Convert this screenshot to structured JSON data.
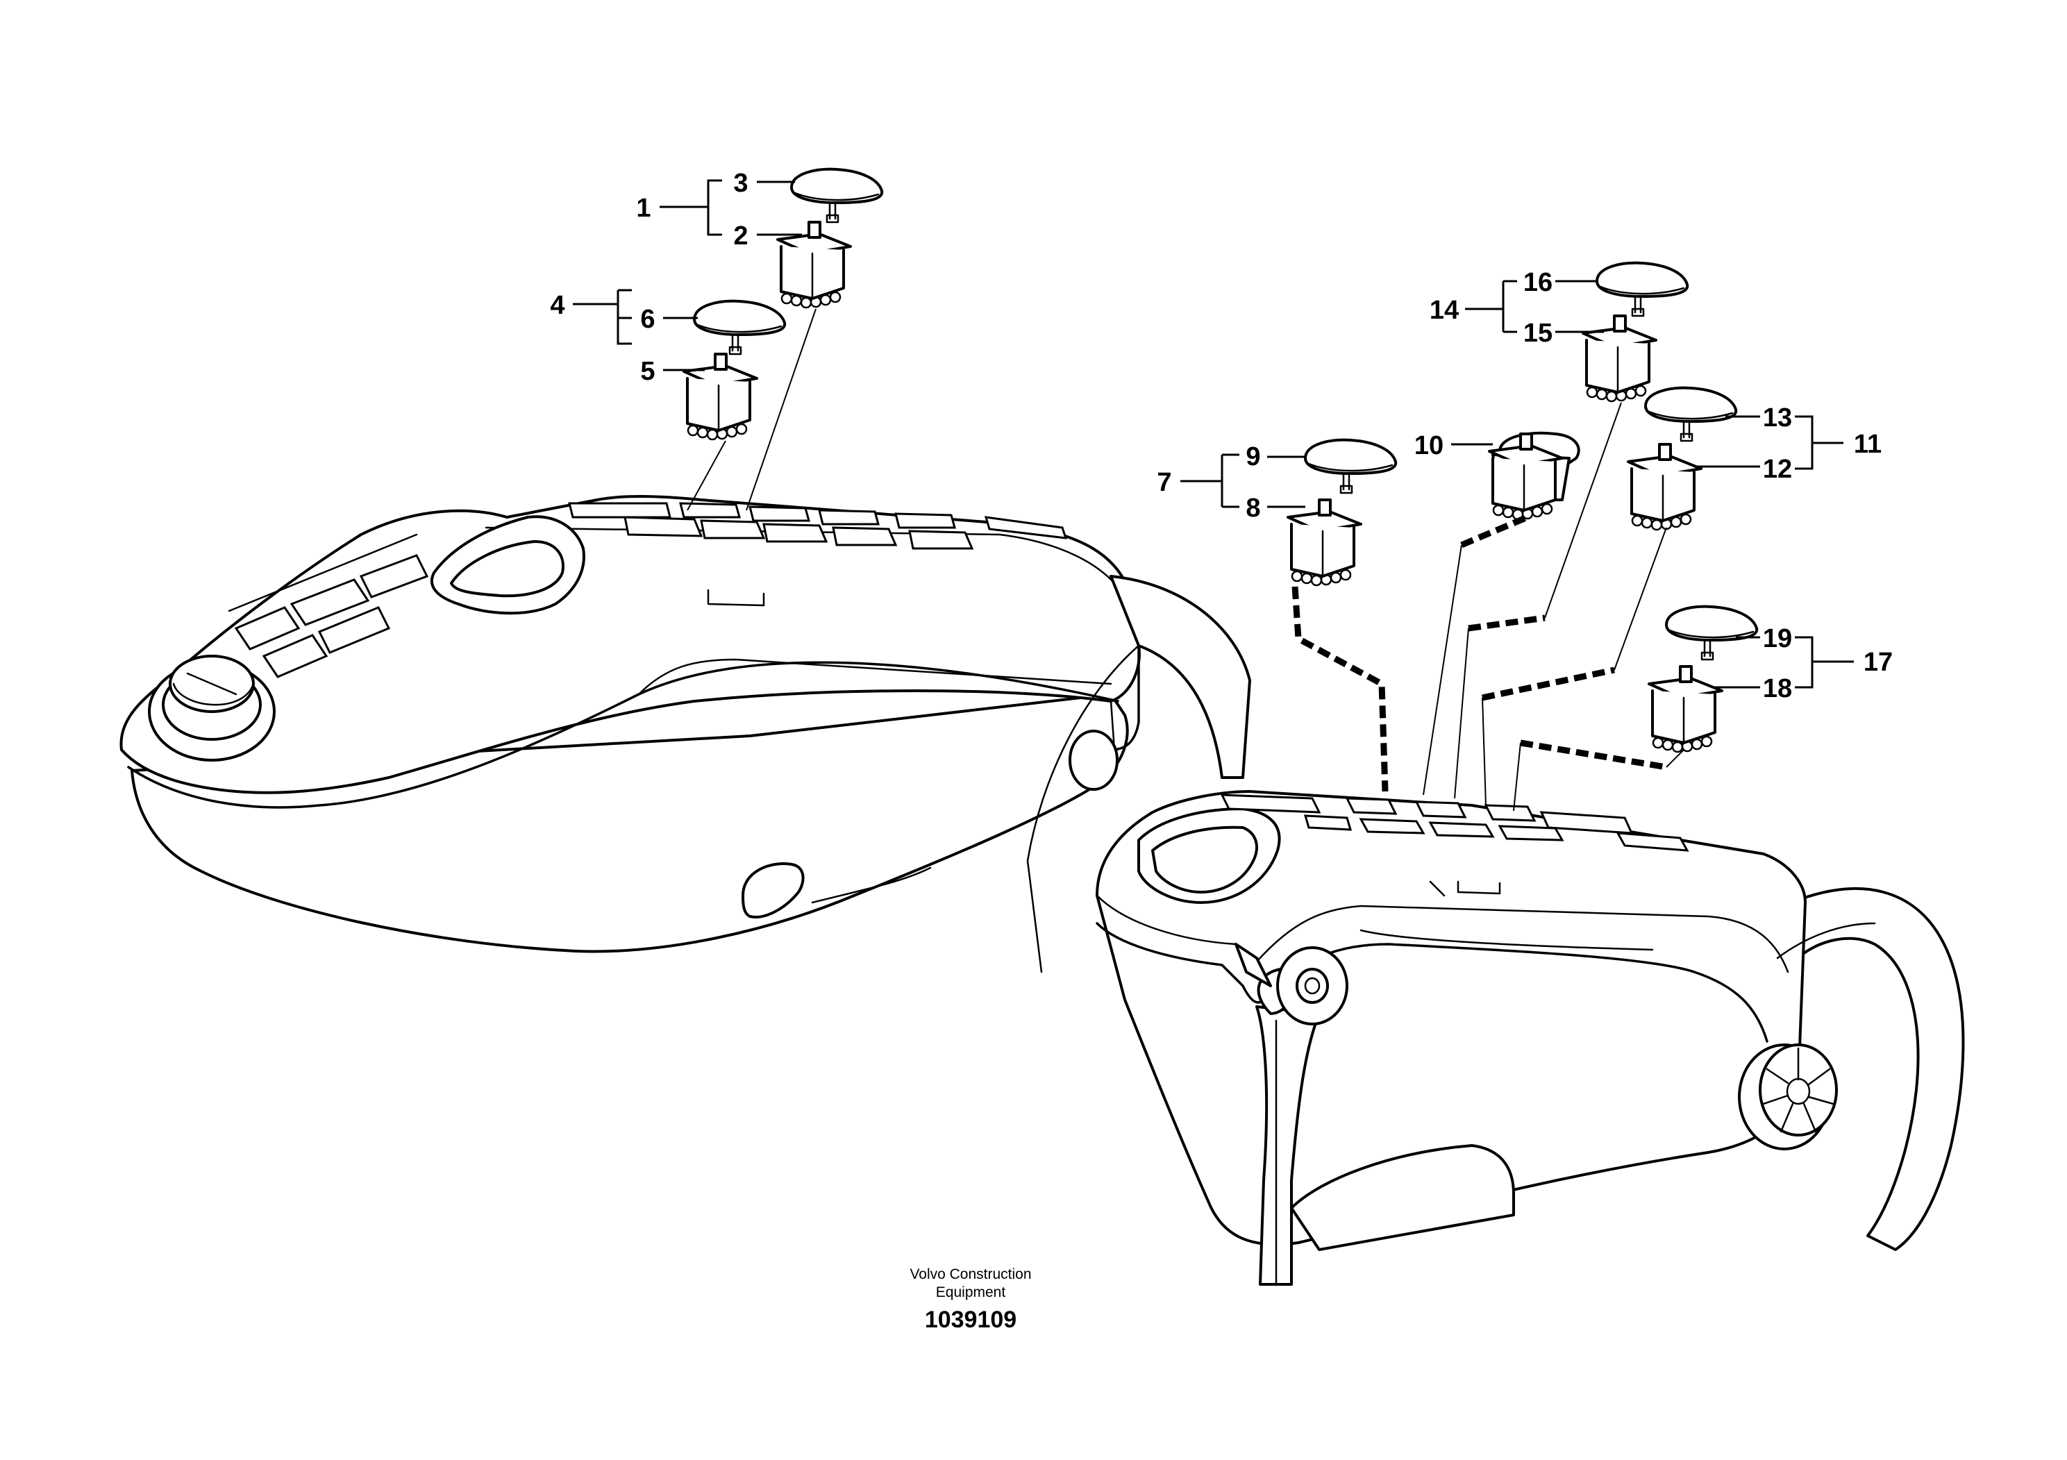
{
  "callouts": [
    {
      "id": "1",
      "text": "1"
    },
    {
      "id": "2",
      "text": "2"
    },
    {
      "id": "3",
      "text": "3"
    },
    {
      "id": "4",
      "text": "4"
    },
    {
      "id": "5",
      "text": "5"
    },
    {
      "id": "6",
      "text": "6"
    },
    {
      "id": "7",
      "text": "7"
    },
    {
      "id": "8",
      "text": "8"
    },
    {
      "id": "9",
      "text": "9"
    },
    {
      "id": "10",
      "text": "10"
    },
    {
      "id": "11",
      "text": "11"
    },
    {
      "id": "12",
      "text": "12"
    },
    {
      "id": "13",
      "text": "13"
    },
    {
      "id": "14",
      "text": "14"
    },
    {
      "id": "15",
      "text": "15"
    },
    {
      "id": "16",
      "text": "16"
    },
    {
      "id": "17",
      "text": "17"
    },
    {
      "id": "18",
      "text": "18"
    },
    {
      "id": "19",
      "text": "19"
    }
  ],
  "footer": {
    "company_line1": "Volvo Construction",
    "company_line2": "Equipment",
    "drawing_number": "1039109"
  }
}
